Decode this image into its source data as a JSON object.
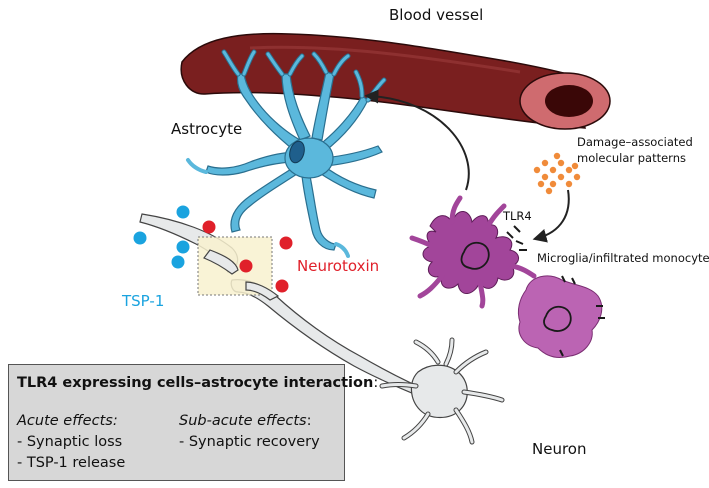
{
  "labels": {
    "blood_vessel": "Blood vessel",
    "astrocyte": "Astrocyte",
    "damp_line1": "Damage–associated",
    "damp_line2": "molecular patterns",
    "tlr4": "TLR4",
    "microglia": "Microglia/infiltrated monocytes",
    "neurotoxin": "Neurotoxin",
    "tsp1": "TSP-1",
    "neuron": "Neuron"
  },
  "summary_box": {
    "title": "TLR4 expressing cells–astrocyte interaction",
    "title_suffix": ":",
    "acute_heading": "Acute effects:",
    "acute_items": [
      "- Synaptic loss",
      "- TSP-1 release"
    ],
    "subacute_heading": "Sub-acute effects",
    "subacute_suffix": ":",
    "subacute_items": [
      "- Synaptic recovery"
    ]
  },
  "colors": {
    "vessel": "#7a1f1f",
    "astrocyte": "#5bb8dc",
    "microglia": "#a2459a",
    "monocyte": "#bb64b3",
    "neurotoxin": "#e0202a",
    "tsp1": "#1aa3df",
    "damp": "#f08b3a",
    "neuron": "#e7e9ea",
    "synapse_highlight": "#f8f1cf"
  }
}
